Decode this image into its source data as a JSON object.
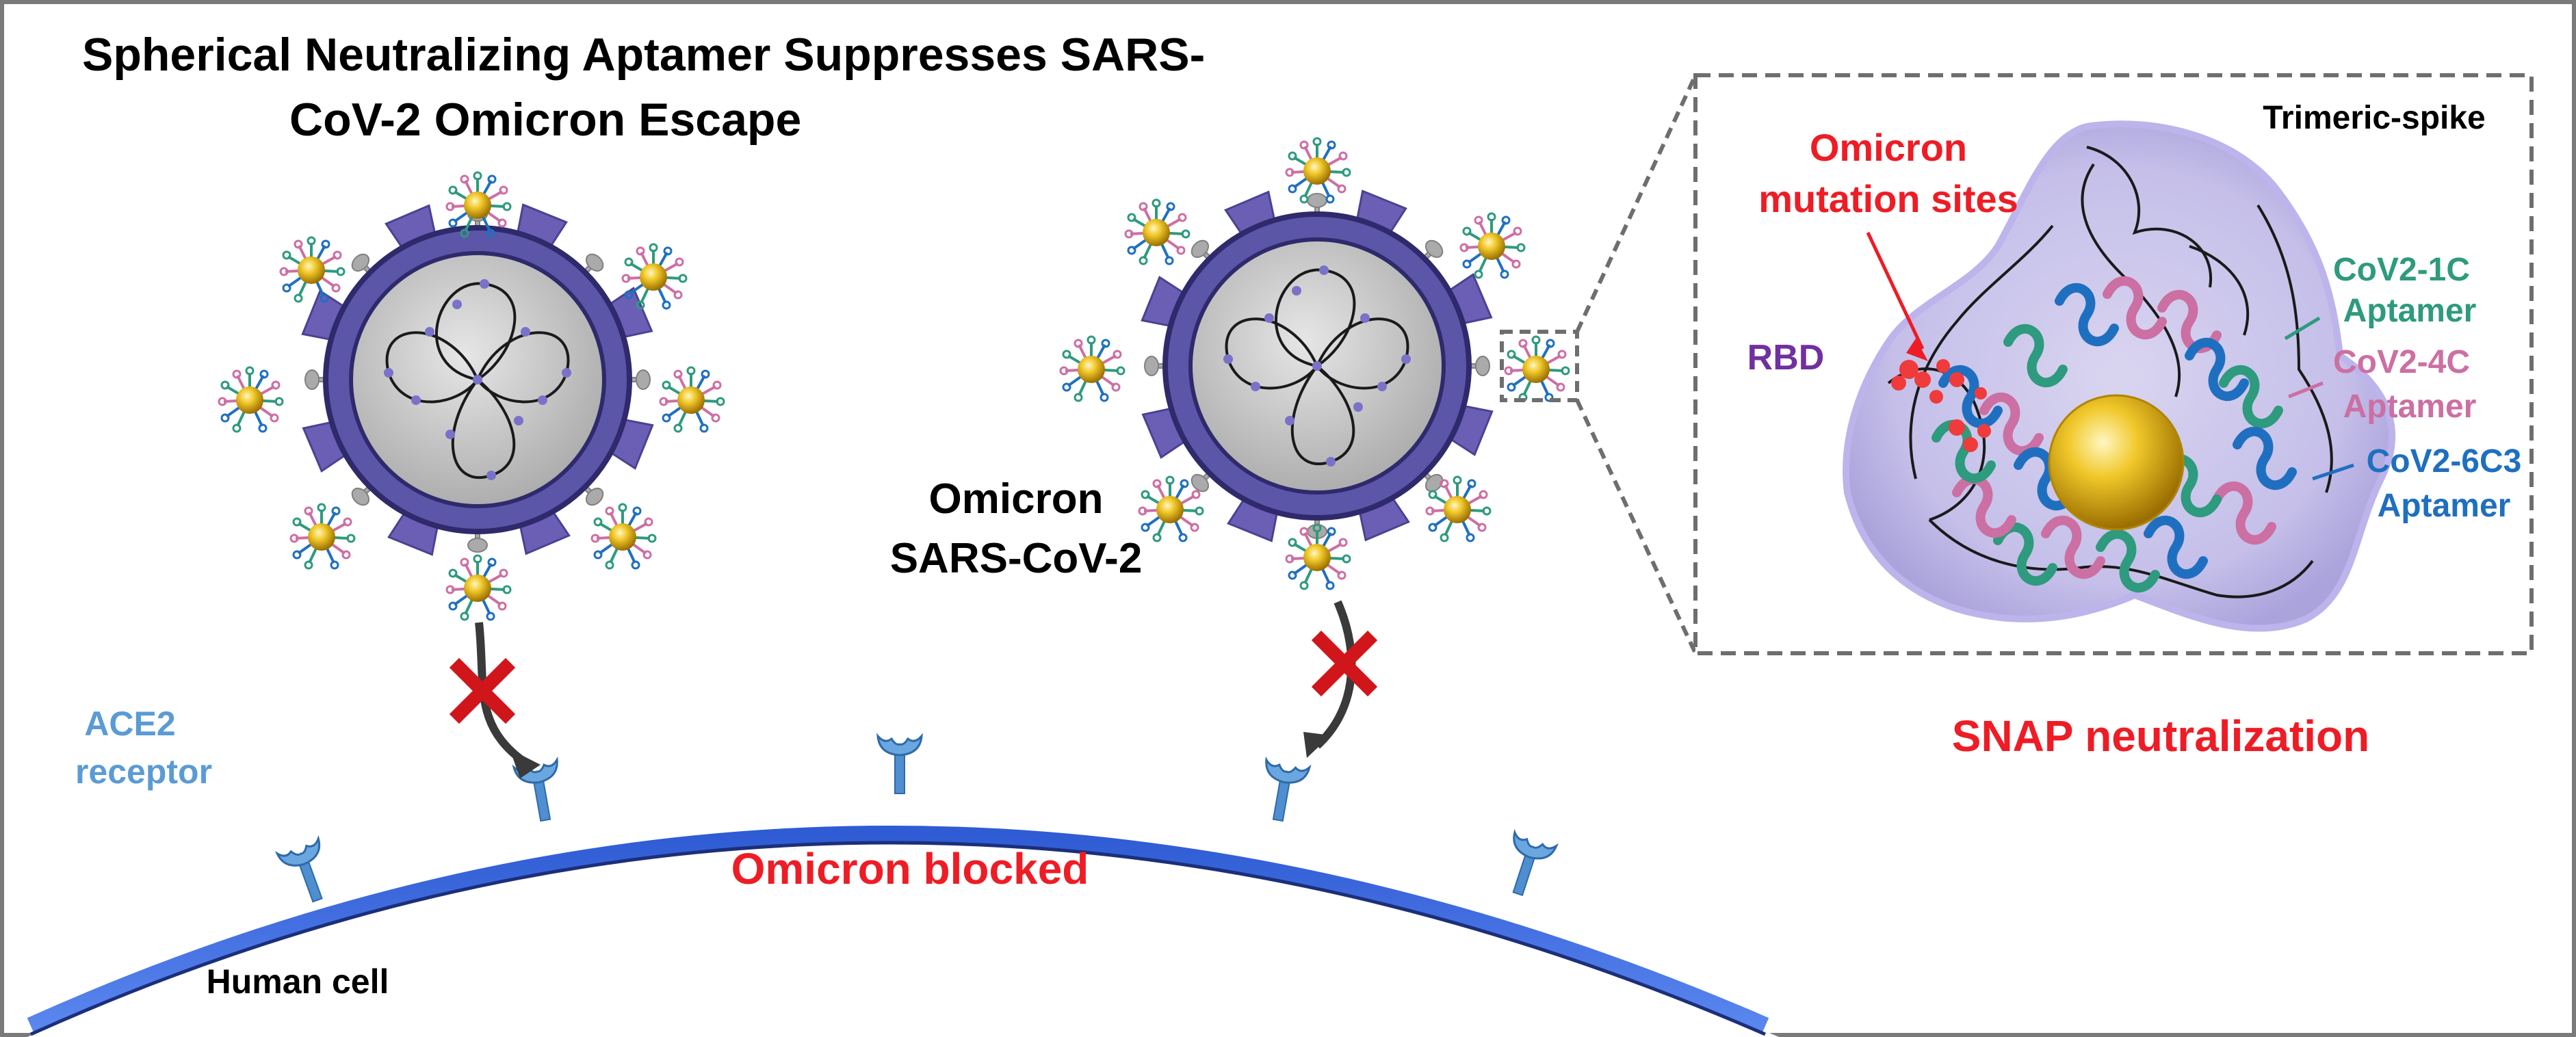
{
  "title_line1": "Spherical Neutralizing Aptamer Suppresses SARS-",
  "title_line2": "CoV-2 Omicron Escape",
  "labels": {
    "ace2_line1": "ACE2",
    "ace2_line2": "receptor",
    "human_cell": "Human cell",
    "omicron_blocked": "Omicron blocked",
    "omicron_line1": "Omicron",
    "omicron_line2": "SARS-CoV-2",
    "trimeric_spike": "Trimeric-spike",
    "mutation_line1": "Omicron",
    "mutation_line2": "mutation sites",
    "rbd": "RBD",
    "cov2_1c_line1": "CoV2-1C",
    "cov2_1c_line2": "Aptamer",
    "cov2_4c_line1": "CoV2-4C",
    "cov2_4c_line2": "Aptamer",
    "cov2_6c3_line1": "CoV2-6C3",
    "cov2_6c3_line2": "Aptamer",
    "snap_neutralization": "SNAP neutralization"
  },
  "colors": {
    "frame": "#7a7a7a",
    "title": "#000000",
    "red_label": "#ee1c25",
    "ace2": "#5b9bd5",
    "rbd": "#7030a0",
    "cov2_1c": "#2e9a7e",
    "cov2_4c": "#cc6fa3",
    "cov2_6c3": "#1f6fc0",
    "virus_shell": "#5b56a8",
    "virus_core": "#c8c8c8",
    "membrane": "#3a63d8",
    "gold": "#e8b400",
    "block_x": "#d0161b"
  },
  "icons": [
    "virus-particle-icon",
    "gold-nanoparticle-icon",
    "ace2-receptor-icon",
    "block-x-icon",
    "curved-arrow-icon",
    "trimeric-spike-icon"
  ]
}
